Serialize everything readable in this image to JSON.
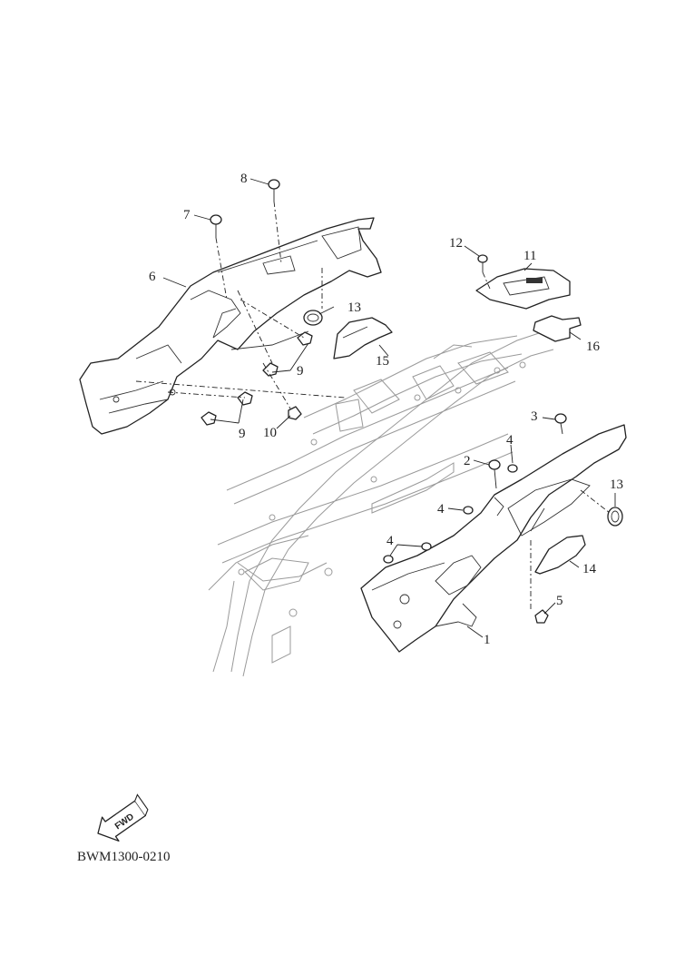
{
  "diagram": {
    "reference_code": "BWM1300-0210",
    "direction_arrow": {
      "text": "FWD",
      "icon": "fwd-arrow-icon"
    },
    "callouts": [
      {
        "id": "c1",
        "text": "1"
      },
      {
        "id": "c2",
        "text": "2"
      },
      {
        "id": "c3",
        "text": "3"
      },
      {
        "id": "c4a",
        "text": "4"
      },
      {
        "id": "c4b",
        "text": "4"
      },
      {
        "id": "c4c",
        "text": "4"
      },
      {
        "id": "c5",
        "text": "5"
      },
      {
        "id": "c6",
        "text": "6"
      },
      {
        "id": "c7",
        "text": "7"
      },
      {
        "id": "c8",
        "text": "8"
      },
      {
        "id": "c9a",
        "text": "9"
      },
      {
        "id": "c9b",
        "text": "9"
      },
      {
        "id": "c10",
        "text": "10"
      },
      {
        "id": "c11",
        "text": "11"
      },
      {
        "id": "c12",
        "text": "12"
      },
      {
        "id": "c13a",
        "text": "13"
      },
      {
        "id": "c13b",
        "text": "13"
      },
      {
        "id": "c14",
        "text": "14"
      },
      {
        "id": "c15",
        "text": "15"
      },
      {
        "id": "c16",
        "text": "16"
      }
    ]
  }
}
